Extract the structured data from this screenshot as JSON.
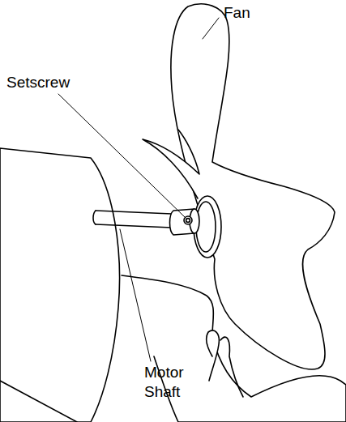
{
  "diagram": {
    "labels": [
      "Fan",
      "Setscrew",
      "Motor Shaft"
    ]
  }
}
